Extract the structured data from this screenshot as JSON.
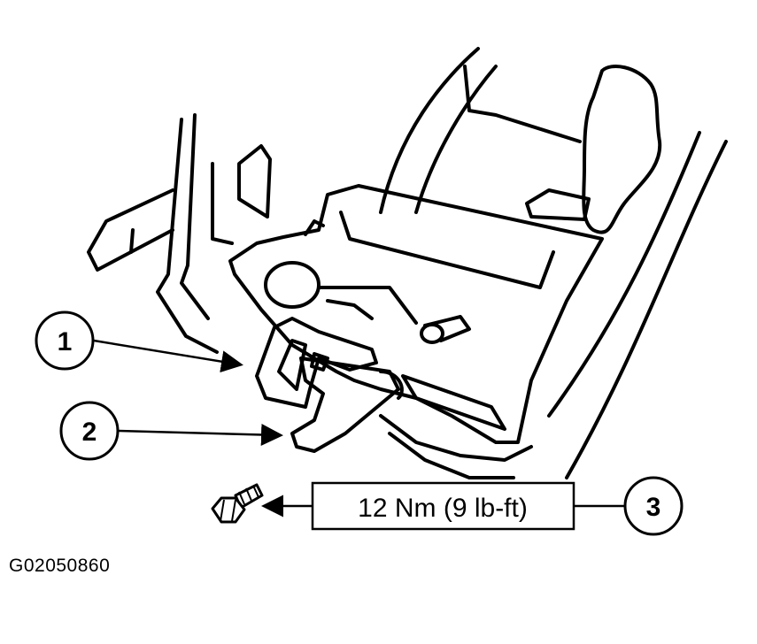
{
  "callouts": {
    "c1": "1",
    "c2": "2",
    "c3": "3"
  },
  "torque_spec": "12 Nm (9 lb-ft)",
  "figure_id": "G02050860",
  "colors": {
    "line": "#000000",
    "background": "#ffffff"
  },
  "icons": [
    "bolt-icon",
    "arrow-icon"
  ]
}
